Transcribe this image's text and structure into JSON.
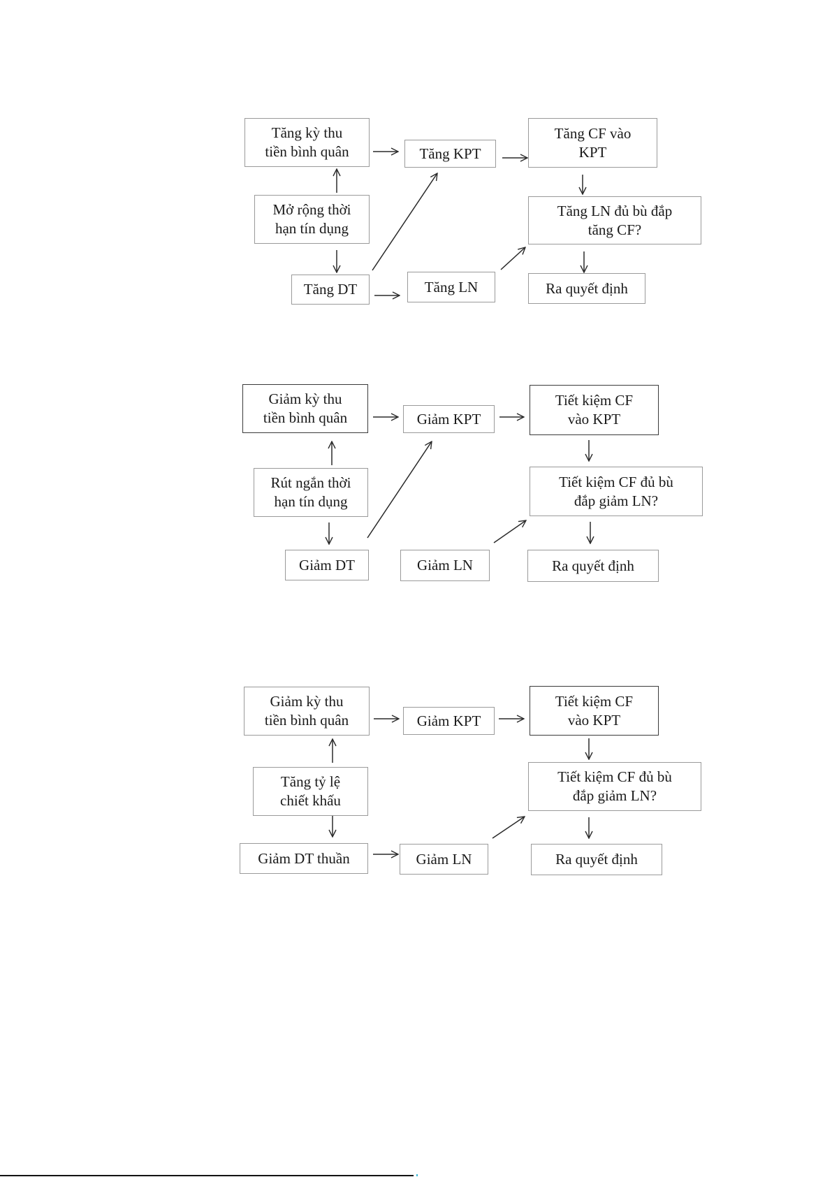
{
  "diagrams": [
    {
      "id": "extend-credit-term",
      "nodes": {
        "avg_collection": "Tăng kỳ thu\ntiền bình quân",
        "policy": "Mở rộng thời\nhạn tín dụng",
        "revenue": "Tăng DT",
        "receivables": "Tăng KPT",
        "profit": "Tăng LN",
        "cost": "Tăng CF vào\nKPT",
        "question": "Tăng LN đủ bù đắp\ntăng CF?",
        "decision": "Ra quyết định"
      }
    },
    {
      "id": "shorten-credit-term",
      "nodes": {
        "avg_collection": "Giảm kỳ thu\ntiền bình quân",
        "policy": "Rút ngắn thời\nhạn tín dụng",
        "revenue": "Giảm DT",
        "receivables": "Giảm KPT",
        "profit": "Giảm LN",
        "cost": "Tiết kiệm CF\nvào KPT",
        "question": "Tiết kiệm CF đủ bù\nđắp giảm LN?",
        "decision": "Ra quyết định"
      }
    },
    {
      "id": "increase-discount-rate",
      "nodes": {
        "avg_collection": "Giảm kỳ thu\ntiền bình quân",
        "policy": "Tăng tỷ lệ\nchiết khấu",
        "revenue": "Giảm DT thuần",
        "receivables": "Giảm KPT",
        "profit": "Giảm LN",
        "cost": "Tiết kiệm CF\nvào KPT",
        "question": "Tiết kiệm CF đủ bù\nđắp giảm LN?",
        "decision": "Ra quyết định"
      }
    }
  ]
}
